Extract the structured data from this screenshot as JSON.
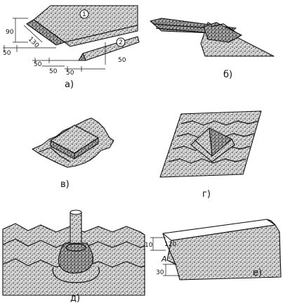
{
  "panels": {
    "a": {
      "label": "а)",
      "part1": "1",
      "part2": "2",
      "dims": {
        "d90": "90",
        "d130": "130",
        "d50a": "50",
        "d50b": "50",
        "d50c": "50",
        "d50d": "50",
        "d50e": "50"
      }
    },
    "b": {
      "label": "б)"
    },
    "v": {
      "label": "в)"
    },
    "g": {
      "label": "г)"
    },
    "d": {
      "label": "д)"
    },
    "e": {
      "label": "е)",
      "dims": {
        "d10": "10",
        "d120": "120",
        "dA": "A",
        "d30": "30"
      }
    }
  }
}
